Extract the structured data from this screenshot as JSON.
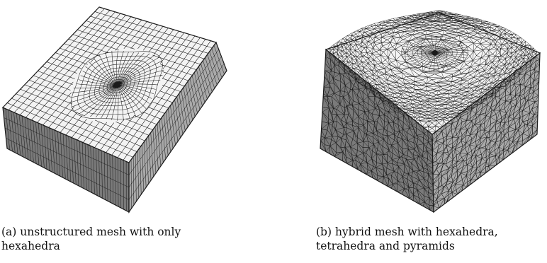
{
  "figures": [
    {
      "id": "a",
      "caption_line1": "(a) unstructured mesh with only",
      "caption_line2": "hexahedra",
      "mesh_type": "hexahedral"
    },
    {
      "id": "b",
      "caption_line1": "(b) hybrid mesh with hexahedra,",
      "caption_line2": "tetrahedra and pyramids",
      "mesh_type": "hybrid"
    }
  ],
  "colors": {
    "top_face": "#f3f3f3",
    "left_face": "#7a7a7a",
    "right_face": "#a9a9a9",
    "line": "#1a1a1a"
  }
}
